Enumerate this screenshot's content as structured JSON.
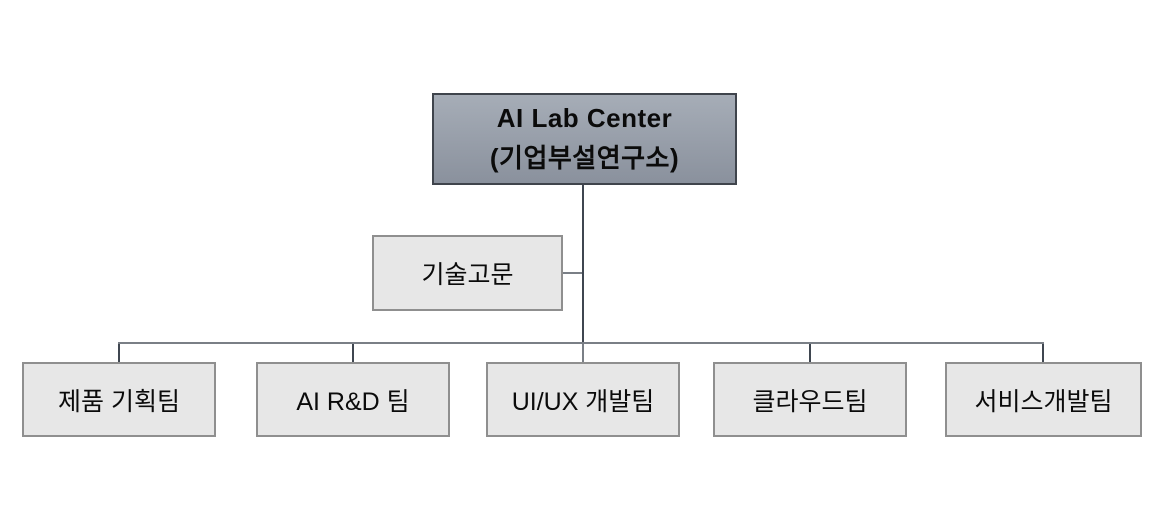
{
  "diagram": {
    "type": "org-chart",
    "root": {
      "title": "AI Lab Center",
      "subtitle": "(기업부설연구소)"
    },
    "advisor": {
      "label": "기술고문"
    },
    "teams": [
      {
        "label": "제품 기획팀"
      },
      {
        "label": "AI R&D 팀"
      },
      {
        "label": "UI/UX 개발팀"
      },
      {
        "label": "클라우드팀"
      },
      {
        "label": "서비스개발팀"
      }
    ],
    "colors": {
      "background": "#ffffff",
      "root_fill_top": "#a6adb7",
      "root_fill_bottom": "#8a919d",
      "root_border": "#3f444c",
      "box_fill": "#e7e7e7",
      "box_border": "#8f8f8f",
      "connector_dark": "#3f4650",
      "connector_light": "#7a7f86",
      "text": "#0b0b0b"
    }
  }
}
